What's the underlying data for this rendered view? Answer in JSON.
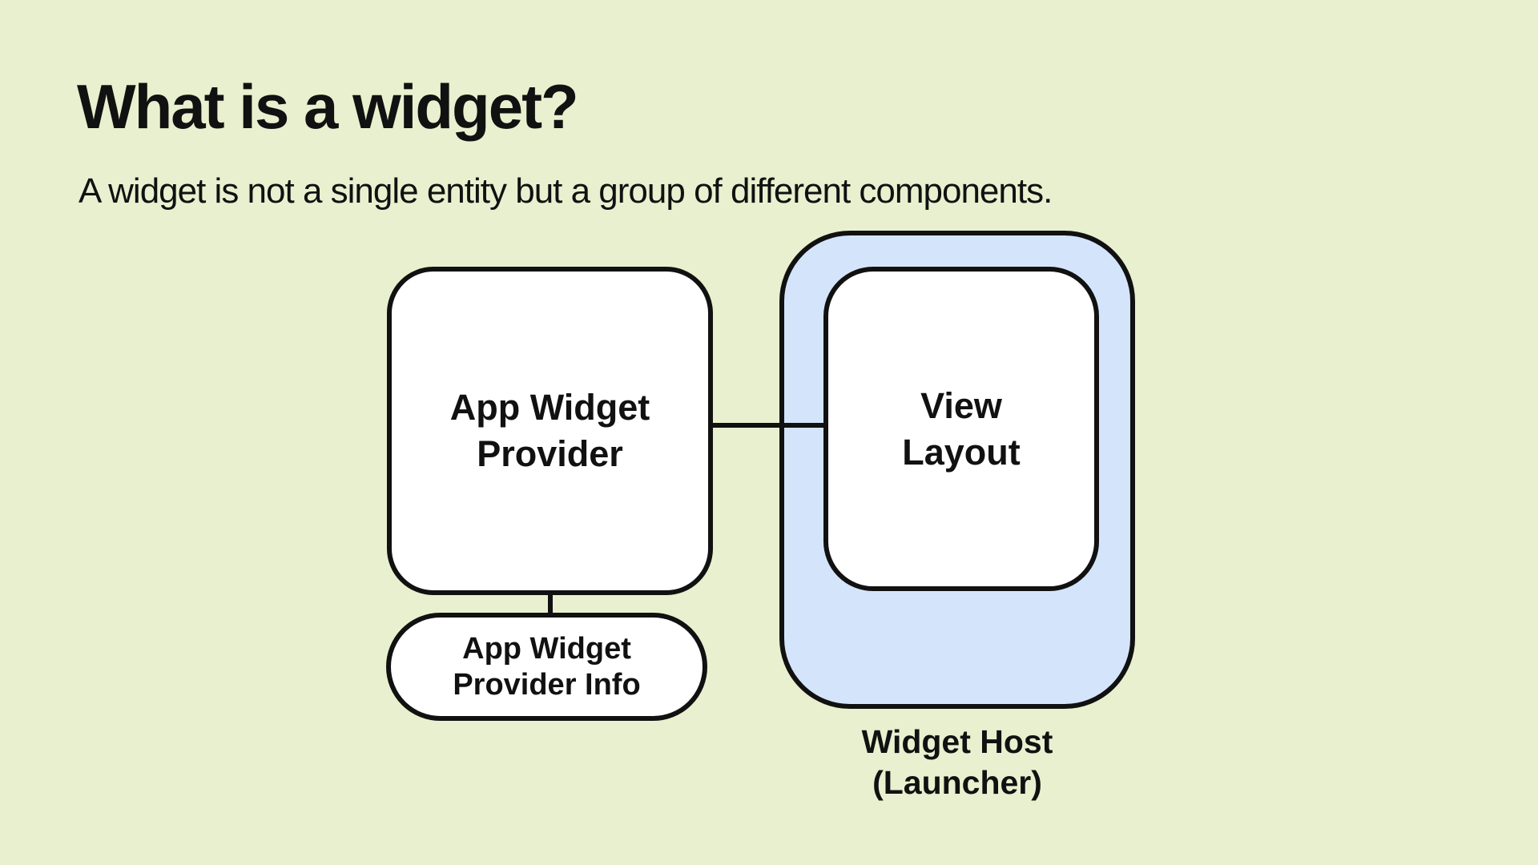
{
  "page": {
    "title": "What is a widget?",
    "subtitle": "A widget is not a single entity but a group of different components."
  },
  "diagram": {
    "provider_label": "App Widget\nProvider",
    "provider_info_label": "App Widget\nProvider Info",
    "view_layout_label": "View\nLayout",
    "host_label": "Widget Host\n(Launcher)"
  },
  "colors": {
    "background": "#e9f0cf",
    "host_fill": "#d4e5fb",
    "box_fill": "#ffffff",
    "stroke": "#111111",
    "text": "#111111"
  }
}
